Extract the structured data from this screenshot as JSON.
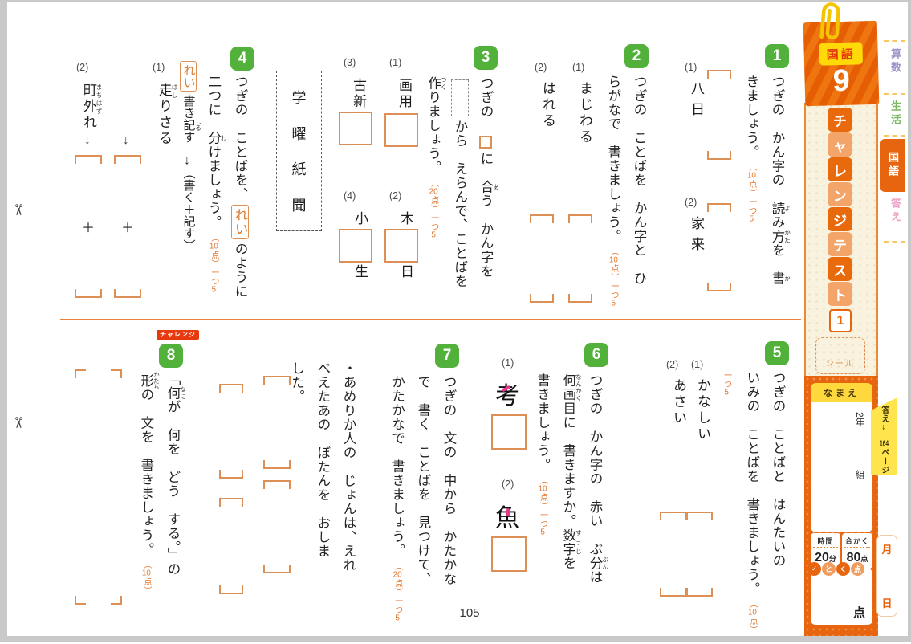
{
  "page": {
    "number": "105"
  },
  "icons": {
    "scissors": "✂",
    "thumbs_up": "✓",
    "arrow_down": "↓",
    "plus": "＋"
  },
  "colors": {
    "accent_orange": "#e8650f",
    "bracket_orange": "#dd9055",
    "badge_green": "#52b13a",
    "stroke_pink": "#e8368f",
    "cream": "#f8f2df",
    "tab_yellow": "#ffe44d"
  },
  "header": {
    "subject": "国語",
    "number": "9",
    "edge_tabs": [
      {
        "label": "算数",
        "color": "#9b93c9"
      },
      {
        "label": "生活",
        "color": "#7cba62"
      },
      {
        "label": "国語",
        "color": "#ffffff",
        "active": true
      },
      {
        "label": "答え",
        "color": "#ee9fc5"
      }
    ]
  },
  "sidebar": {
    "title_chars": [
      "チ",
      "ャ",
      "レ",
      "ン",
      "ジ",
      "テ",
      "ス",
      "ト"
    ],
    "test_number": "1",
    "seal_label": "シール",
    "name_label": "なまえ",
    "grade": "2年",
    "class_label": "組",
    "answer_page_tab": "答え→164ページ",
    "time_label": "時間",
    "time_value": "20",
    "time_unit": "分",
    "pass_label": "合かく",
    "pass_value": "80",
    "pass_unit": "点",
    "score_label_chars": [
      "と",
      "く",
      "点"
    ],
    "score_unit": "点",
    "month": "月",
    "day": "日"
  },
  "questions": [
    {
      "num": "1",
      "points": "（10点）一つ5",
      "lines": [
        "つぎの　かん字の　読[よ]み方[かた]を　書[か]",
        "きましょう。"
      ],
      "items": [
        {
          "label": "(1)",
          "word": "八日"
        },
        {
          "label": "(2)",
          "word": "家来"
        }
      ]
    },
    {
      "num": "2",
      "points": "（10点）一つ5",
      "lines": [
        "つぎの　ことばを　かん字と　ひ",
        "らがなで　書きましょう。"
      ],
      "items": [
        {
          "label": "(1)",
          "word": "まじわる"
        },
        {
          "label": "(2)",
          "word": "はれる"
        }
      ]
    },
    {
      "num": "3",
      "points": "（20点）一つ5",
      "lines": [
        "つぎの　{box}に　合[あ]う　かん字を",
        "{dashed}から　えらんで、ことばを",
        "作[つく]りましょう。"
      ],
      "choices": [
        "学",
        "曜",
        "紙",
        "聞"
      ],
      "items": [
        {
          "label": "(1)",
          "top": "画用",
          "bottom": ""
        },
        {
          "label": "(2)",
          "top": "木",
          "bottom": "日"
        },
        {
          "label": "(3)",
          "top": "古新",
          "bottom": ""
        },
        {
          "label": "(4)",
          "top": "小",
          "bottom": "生"
        }
      ]
    },
    {
      "num": "4",
      "points": "（10点）一つ5",
      "lines": [
        "つぎの　ことばを、{rei}のように",
        "二つに　分[わ]けましょう。"
      ],
      "example_label": "れい",
      "example_text": "書き記[しる]す　→（書く＋記す）",
      "arrow": "↓",
      "plus": "＋",
      "items": [
        {
          "label": "(1)",
          "word": "走[はし]りさる"
        },
        {
          "label": "(2)",
          "word": "町外[まちはず]れ"
        }
      ]
    },
    {
      "num": "5",
      "points": "（10点）一つ5",
      "lines": [
        "つぎの　ことばと　はんたいの",
        "いみの　ことばを　書きましょう。"
      ],
      "items": [
        {
          "label": "(1)",
          "word": "かなしい"
        },
        {
          "label": "(2)",
          "word": "あさい"
        }
      ]
    },
    {
      "num": "6",
      "points": "（10点）一つ5",
      "lines": [
        "つぎの　かん字の　赤い　ぶ分[ぶん]は",
        "何画[なんかく]目に　書きますか。数字[すうじ]を",
        "書きましょう。"
      ],
      "items": [
        {
          "label": "(1)",
          "kanji": "考"
        },
        {
          "label": "(2)",
          "kanji": "魚"
        }
      ]
    },
    {
      "num": "7",
      "points": "（20点）一つ5",
      "lines": [
        "つぎの　文の　中から　かたかな",
        "で　書く　ことばを　見つけて、",
        "かたかなで　書きましょう。"
      ],
      "sentence_lines": [
        "・あめりか人の　じょんは、えれ",
        "べえたあの　ぼたんを　おしま",
        "した。"
      ]
    },
    {
      "num": "8",
      "badge": "チャレンジ",
      "points": "（10点）",
      "lines": [
        "「何[なに]が　何を　どう　する。」の",
        "形[かたち]の　文を　書きましょう。"
      ]
    }
  ]
}
